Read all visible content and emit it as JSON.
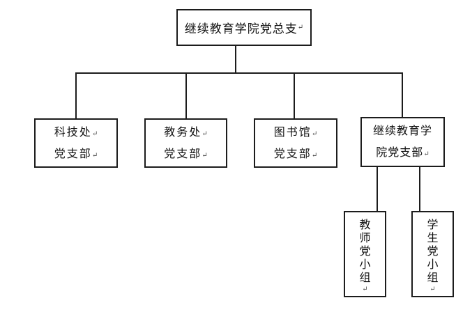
{
  "meta": {
    "background_color": "#ffffff",
    "line_color": "#1c1c1c",
    "text_color": "#111111"
  },
  "diagram": {
    "type": "org-chart",
    "break_mark": "↵",
    "nodes": {
      "root": {
        "line1": "继续教育学院党总支",
        "mark1": "↵"
      },
      "keji": {
        "line1": "科技处",
        "mark1": "↵",
        "line2": "党支部",
        "mark2": "↵"
      },
      "jiaowu": {
        "line1": "教务处",
        "mark1": "↵",
        "line2": "党支部",
        "mark2": "↵"
      },
      "tushu": {
        "line1": "图书馆",
        "mark1": "↵",
        "line2": "党支部",
        "mark2": "↵"
      },
      "jixu": {
        "line1": "继续教育学",
        "mark1": "",
        "line2": "院党支部",
        "mark2": "↵"
      },
      "jiaoshi": {
        "text": "教师党小组",
        "mark": "↵"
      },
      "xuesheng": {
        "text": "学生党小组",
        "mark": "↵"
      }
    },
    "hierarchy": {
      "root": "继续教育学院党总支",
      "children": [
        {
          "label": "科技处党支部"
        },
        {
          "label": "教务处党支部"
        },
        {
          "label": "图书馆党支部"
        },
        {
          "label": "继续教育学院党支部",
          "children": [
            {
              "label": "教师党小组"
            },
            {
              "label": "学生党小组"
            }
          ]
        }
      ]
    }
  }
}
